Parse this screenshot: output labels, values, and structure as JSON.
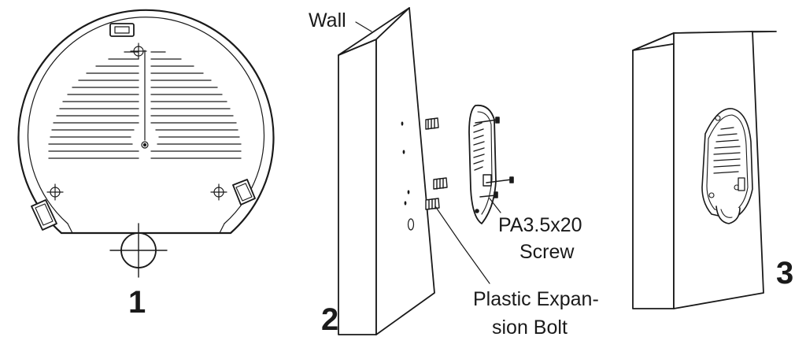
{
  "labels": {
    "wall": "Wall",
    "screw_line1": "PA3.5x20",
    "screw_line2": "Screw",
    "bolt_line1": "Plastic Expan-",
    "bolt_line2": "sion Bolt"
  },
  "steps": [
    "1",
    "2",
    "3"
  ],
  "colors": {
    "line": "#1a1a1a",
    "fill": "#ffffff",
    "shade": "#f2f2f2"
  },
  "icons": [
    "mounting-bracket-icon",
    "screw-icon",
    "expansion-bolt-icon",
    "access-point-icon"
  ]
}
